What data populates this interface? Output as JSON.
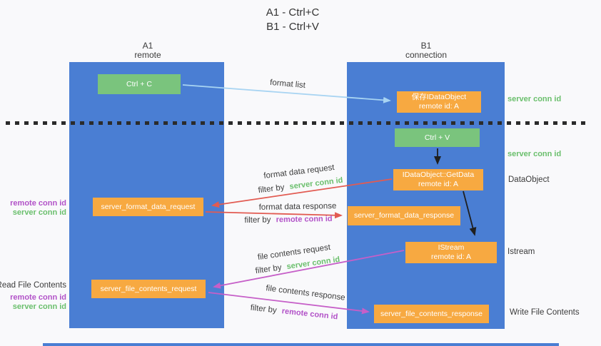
{
  "title": {
    "line1": "A1 - Ctrl+C",
    "line2": "B1 - Ctrl+V"
  },
  "columns": {
    "a1": {
      "name": "A1",
      "subtitle": "remote"
    },
    "b1": {
      "name": "B1",
      "subtitle": "connection"
    }
  },
  "nodes": {
    "ctrl_c": "Ctrl + C",
    "ctrl_v": "Ctrl + V",
    "save_idataobject_line1": "保存IDataObject",
    "save_idataobject_line2": "remote id: A",
    "getdata_line1": "IDataObject::GetData",
    "getdata_line2": "remote id: A",
    "istream_line1": "IStream",
    "istream_line2": "remote id: A",
    "server_format_data_request": "server_format_data_request",
    "server_format_data_response": "server_format_data_response",
    "server_file_contents_request": "server_file_contents_request",
    "server_file_contents_response": "server_file_contents_response"
  },
  "edge_labels": {
    "format_list": "format list",
    "format_data_request": "format data request",
    "format_data_response": "format data response",
    "file_contents_request": "file contents request",
    "file_contents_response": "file contents response",
    "filter_by": "filter by",
    "server_conn_id": "server conn id",
    "remote_conn_id": "remote conn id"
  },
  "side_labels": {
    "left_format_remote": "remote conn id",
    "left_format_server": "server conn id",
    "read_file_contents": "Read File Contents",
    "left_file_remote": "remote conn id",
    "left_file_server": "server conn id",
    "right_server_conn_top": "server conn id",
    "right_server_conn_mid": "server conn id",
    "dataobject": "DataObject",
    "istream": "Istream",
    "write_file_contents": "Write File Contents"
  },
  "colors": {
    "column_blue": "#4a7ed3",
    "node_green": "#7ac47d",
    "node_orange": "#f7a941",
    "arrow_light_blue": "#a8d4f2",
    "arrow_red": "#e25b52",
    "arrow_magenta": "#c65fc8",
    "arrow_black": "#1f1f1f",
    "text_green": "#6abf6c",
    "text_purple": "#b252c8",
    "text_dark": "#3b3b3b"
  }
}
